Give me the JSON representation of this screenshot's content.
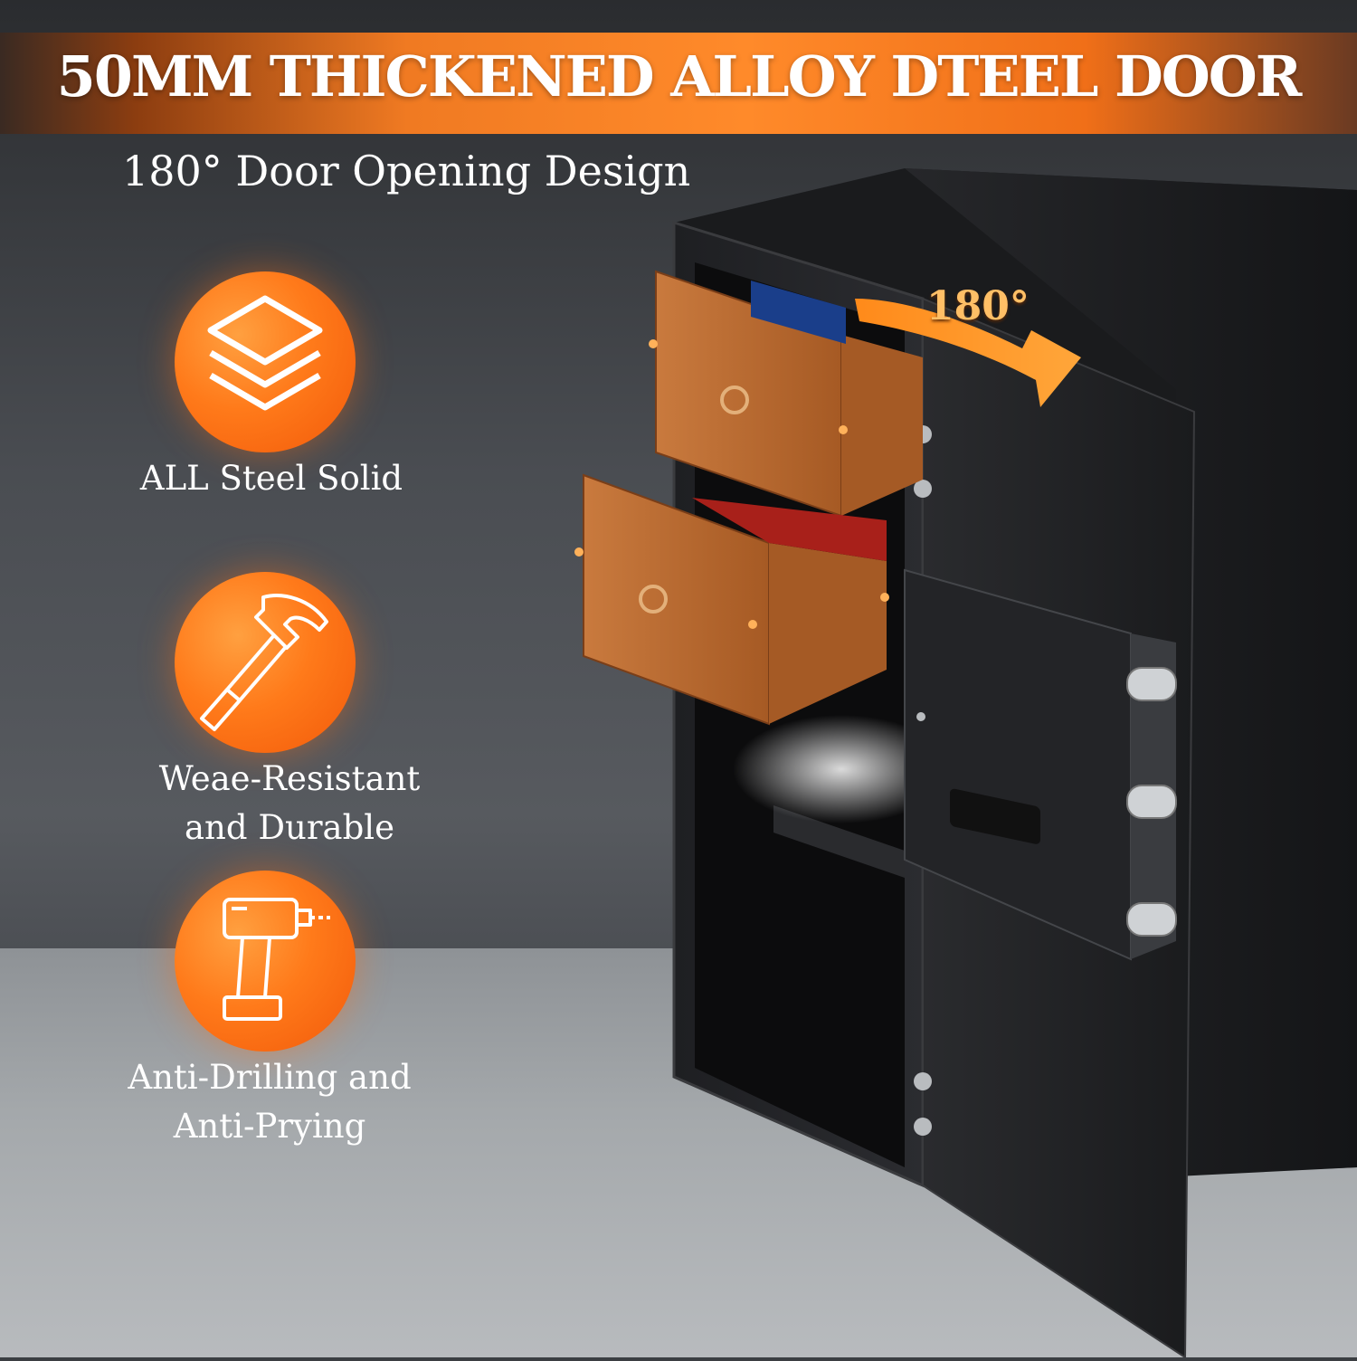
{
  "banner": {
    "title": "50MM THICKENED ALLOY DTEEL DOOR"
  },
  "subtitle": "180° Door Opening Design",
  "rotation_label": "180°",
  "features": [
    {
      "icon": "layers-icon",
      "label": "ALL Steel Solid"
    },
    {
      "icon": "hammer-icon",
      "label_line1": "Weae-Resistant",
      "label_line2": "and Durable"
    },
    {
      "icon": "drill-icon",
      "label_line1": "Anti-Drilling and",
      "label_line2": "Anti-Prying"
    }
  ],
  "colors": {
    "accent": "#ff7a1a",
    "banner_text": "#ffffff",
    "drawer": "#b8652e",
    "safe_body": "#1c1d1f"
  }
}
